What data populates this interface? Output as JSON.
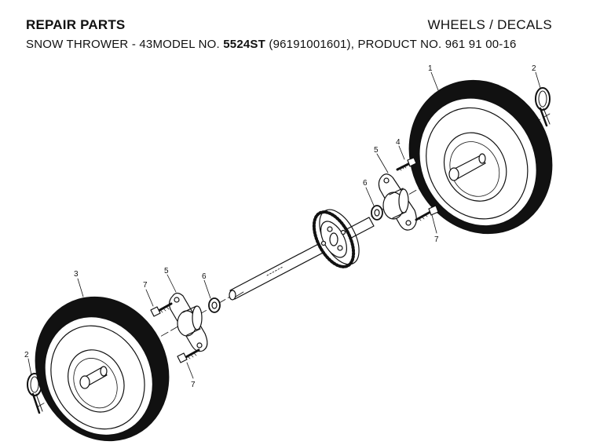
{
  "header": {
    "left_title": "REPAIR PARTS",
    "right_title": "WHEELS / DECALS"
  },
  "subheader": {
    "prefix": "SNOW THROWER - 43MODEL NO. ",
    "model_no": "5524ST",
    "suffix": " (96191001601), PRODUCT NO. 961 91 00-16"
  },
  "callouts": [
    "1",
    "2",
    "3",
    "2",
    "4",
    "5",
    "6",
    "7",
    "7",
    "5",
    "6",
    "7"
  ],
  "colors": {
    "line": "#111111",
    "paper": "#ffffff"
  }
}
